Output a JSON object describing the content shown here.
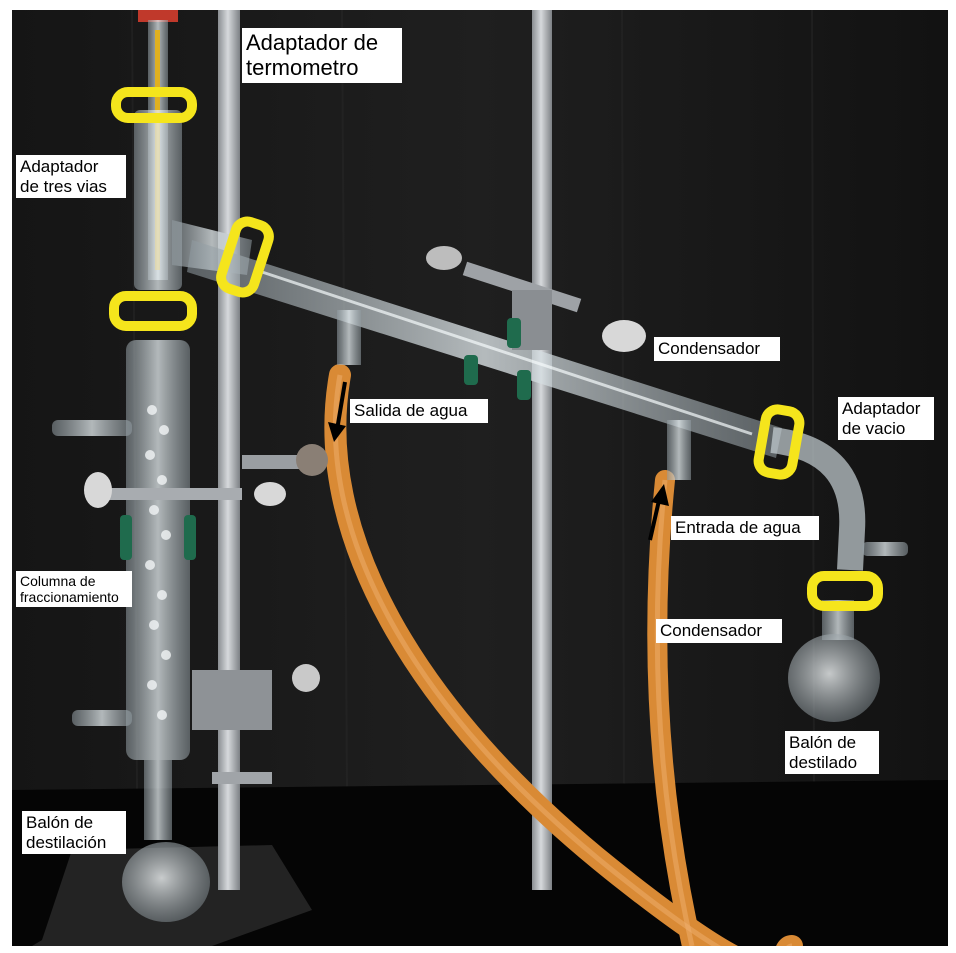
{
  "labels": {
    "thermometer_adapter": "Adaptador de\ntermometro",
    "three_way_adapter": "Adaptador\nde tres vias",
    "condenser_top": "Condensador",
    "water_outlet": "Salida de agua",
    "vacuum_adapter": "Adaptador\nde vacio",
    "water_inlet": "Entrada de agua",
    "fractionating_column": "Columna de\nfraccionamiento",
    "condenser_hose": "Condensador",
    "distillate_flask": "Balón de\ndestilado",
    "distillation_flask": "Balón de\ndestilación"
  },
  "colors": {
    "background": "#0d0d0d",
    "bench": "#050505",
    "rod": "#b8bcc0",
    "clip": "#f5e51c",
    "hose": "#d98a35",
    "glass": "#d9e2e6",
    "clamp_green": "#1f6b4d",
    "label_bg": "#ffffff"
  }
}
